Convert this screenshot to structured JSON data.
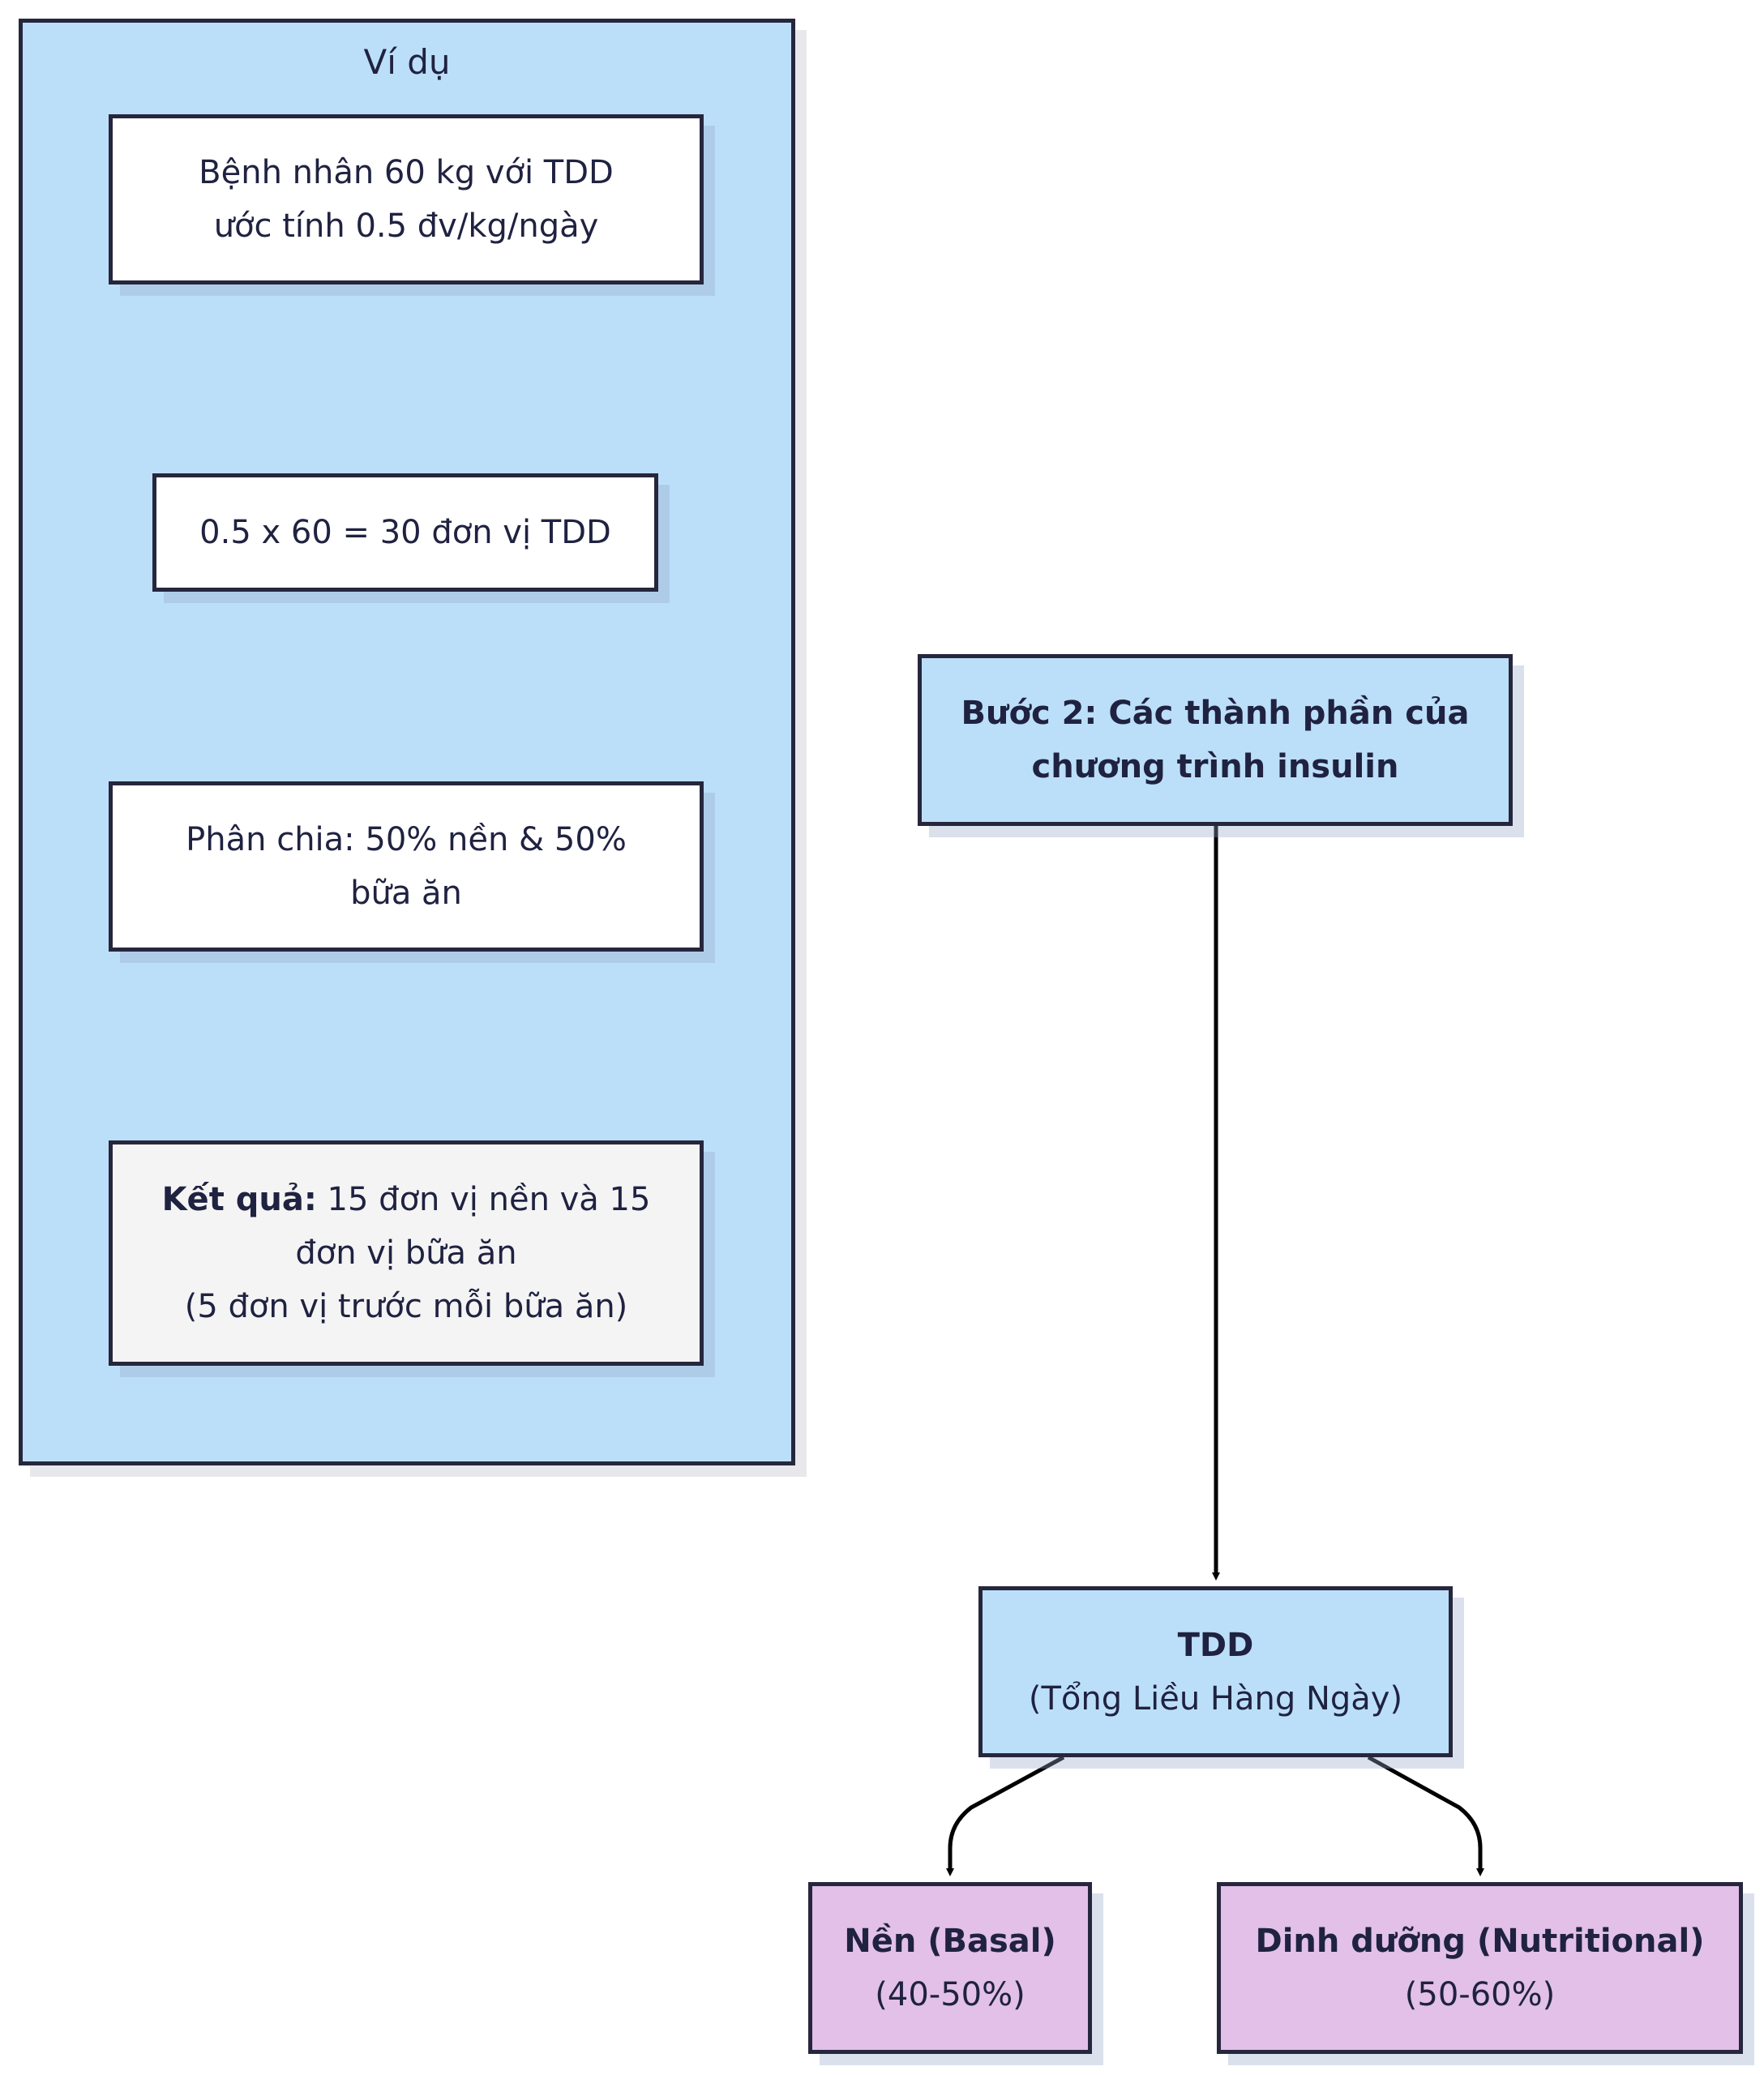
{
  "group": {
    "title": "Ví dụ"
  },
  "nodes": {
    "patient": {
      "line1": "Bệnh nhân 60 kg với TDD",
      "line2": "ước tính 0.5 đv/kg/ngày"
    },
    "calc": {
      "text": "0.5 x 60 = 30 đơn vị TDD"
    },
    "split": {
      "line1": "Phân chia: 50% nền & 50%",
      "line2": "bữa ăn"
    },
    "result": {
      "bold": "Kết quả:",
      "line1_rest": " 15 đơn vị nền và 15",
      "line2": "đơn vị bữa ăn",
      "line3": "(5 đơn vị trước mỗi bữa ăn)"
    },
    "step2": {
      "line1": "Bước 2: Các thành phần của",
      "line2": "chương trình insulin"
    },
    "tdd": {
      "line1": "TDD",
      "line2": "(Tổng Liều Hàng Ngày)"
    },
    "basal": {
      "line1": "Nền (Basal)",
      "line2": "(40-50%)"
    },
    "nutritional": {
      "line1": "Dinh dưỡng (Nutritional)",
      "line2": "(50-60%)"
    }
  },
  "colors": {
    "group_fill": "#bcdff9",
    "white_node": "#ffffff",
    "result_node": "#f4f4f4",
    "blue_node": "#bcdff9",
    "purple_node": "#e2c0e8",
    "stroke": "#26263d"
  }
}
